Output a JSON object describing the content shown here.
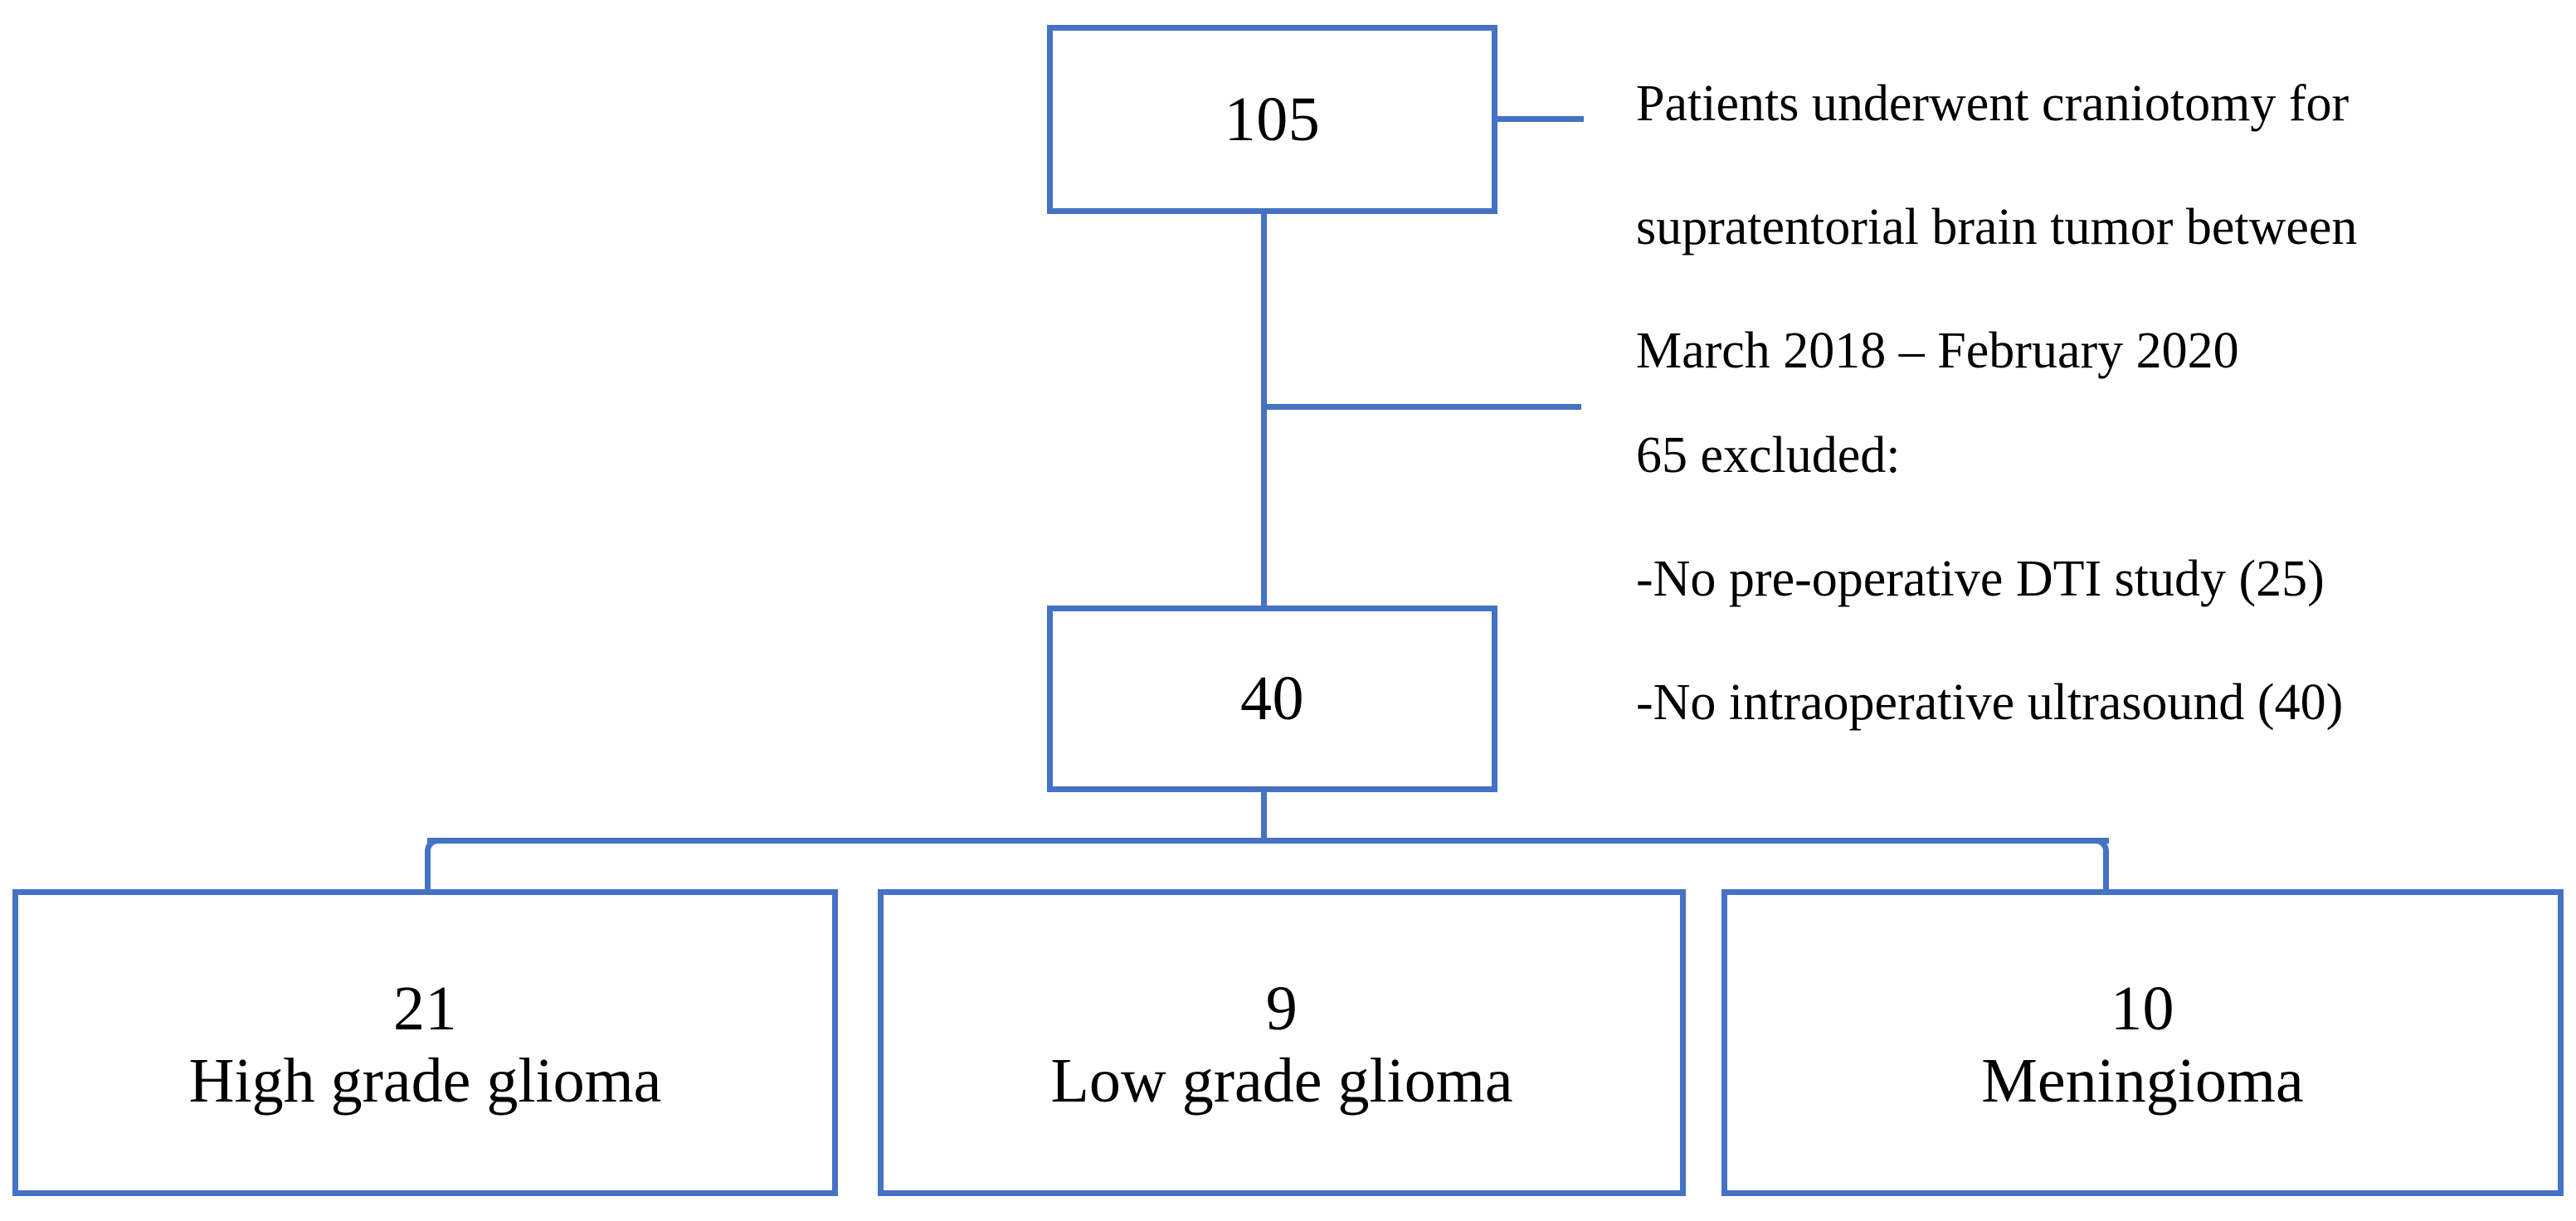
{
  "colors": {
    "connector_blue": "#4472C4",
    "box_border": "#4472C4",
    "text": "#000000",
    "background": "#FFFFFF"
  },
  "flowchart": {
    "type": "patient-selection-flow-diagram",
    "nodes": {
      "enrolled": {
        "count": "105",
        "annotation_lines": [
          "Patients underwent craniotomy for",
          "supratentorial brain tumor between",
          "March 2018 – February 2020"
        ]
      },
      "excluded": {
        "annotation_lines": [
          "65 excluded:",
          "-No pre-operative DTI study (25)",
          "-No intraoperative ultrasound (40)"
        ],
        "total": "65",
        "reasons": [
          {
            "label": "No pre-operative DTI study",
            "count": "25"
          },
          {
            "label": "No intraoperative ultrasound",
            "count": "40"
          }
        ]
      },
      "included": {
        "count": "40"
      },
      "subgroups": [
        {
          "count": "21",
          "label": "High grade glioma"
        },
        {
          "count": "9",
          "label": "Low grade glioma"
        },
        {
          "count": "10",
          "label": "Meningioma"
        }
      ]
    }
  },
  "chart_data": {
    "type": "table",
    "title": "Patient selection flow",
    "categories": [
      "High grade glioma",
      "Low grade glioma",
      "Meningioma"
    ],
    "values": [
      21,
      9,
      10
    ],
    "screened": 105,
    "excluded": 65,
    "included": 40,
    "exclusion_breakdown": {
      "No pre-operative DTI study": 25,
      "No intraoperative ultrasound": 40
    }
  }
}
